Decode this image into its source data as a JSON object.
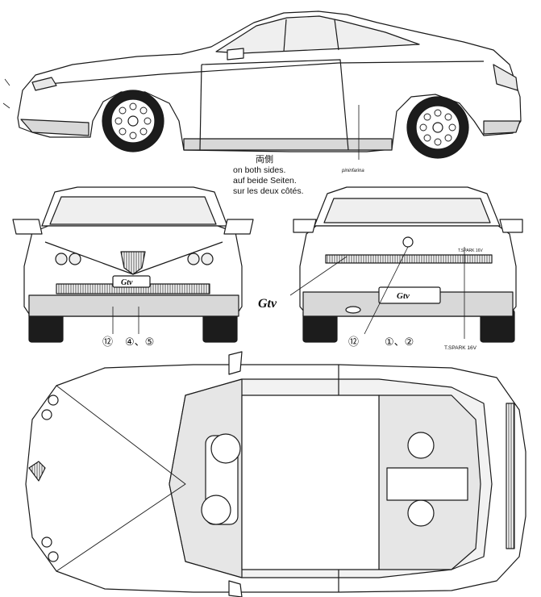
{
  "notes": {
    "kanji": "両側",
    "english": "on both sides.",
    "german": "auf beide Seiten.",
    "french": "sur les deux côtés."
  },
  "callouts": {
    "front_left": "⑫",
    "front_right": "④、⑤",
    "rear_left": "⑫",
    "rear_right": "①、②"
  },
  "badges": {
    "model_script": "Gtv",
    "pininfarina_script": "pininfarina",
    "tspark_rear": "T.SPARK 16V",
    "tspark_badge": "T.SPARK 16V"
  },
  "colors": {
    "line": "#1a1a1a",
    "body_fill": "#ffffff",
    "shade": "#d8d8d8",
    "tyre": "#1c1c1c"
  }
}
